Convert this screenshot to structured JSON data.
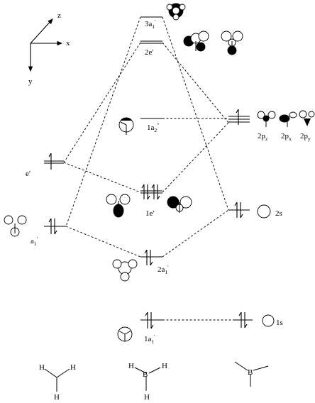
{
  "axes": {
    "z": "z",
    "x": "x",
    "y": "y"
  },
  "mo_levels": {
    "3a1": {
      "label": "3a",
      "sub": "1",
      "sup": "′"
    },
    "2e": {
      "label": "2e′"
    },
    "1a2": {
      "label": "1a",
      "sub": "2",
      "sup": "″"
    },
    "1e": {
      "label": "1e′"
    },
    "2a1": {
      "label": "2a",
      "sub": "1",
      "sup": "′"
    },
    "1a1": {
      "label": "1a",
      "sub": "1",
      "sup": "′"
    }
  },
  "ligand_levels": {
    "e": {
      "label": "e′"
    },
    "a1": {
      "label": "a",
      "sub": "1",
      "sup": "′"
    }
  },
  "boron_ao": {
    "2p": [
      {
        "label": "2p",
        "sub": "z"
      },
      {
        "label": "2p",
        "sub": "x"
      },
      {
        "label": "2p",
        "sub": "y"
      }
    ],
    "2s": {
      "label": "2s"
    },
    "1s": {
      "label": "1s"
    }
  },
  "molecules": {
    "left": {
      "atoms": [
        "H",
        "H",
        "H"
      ]
    },
    "middle": {
      "atoms": [
        "H",
        "B",
        "H",
        "H"
      ]
    },
    "right": {
      "atoms": [
        "B"
      ]
    }
  }
}
